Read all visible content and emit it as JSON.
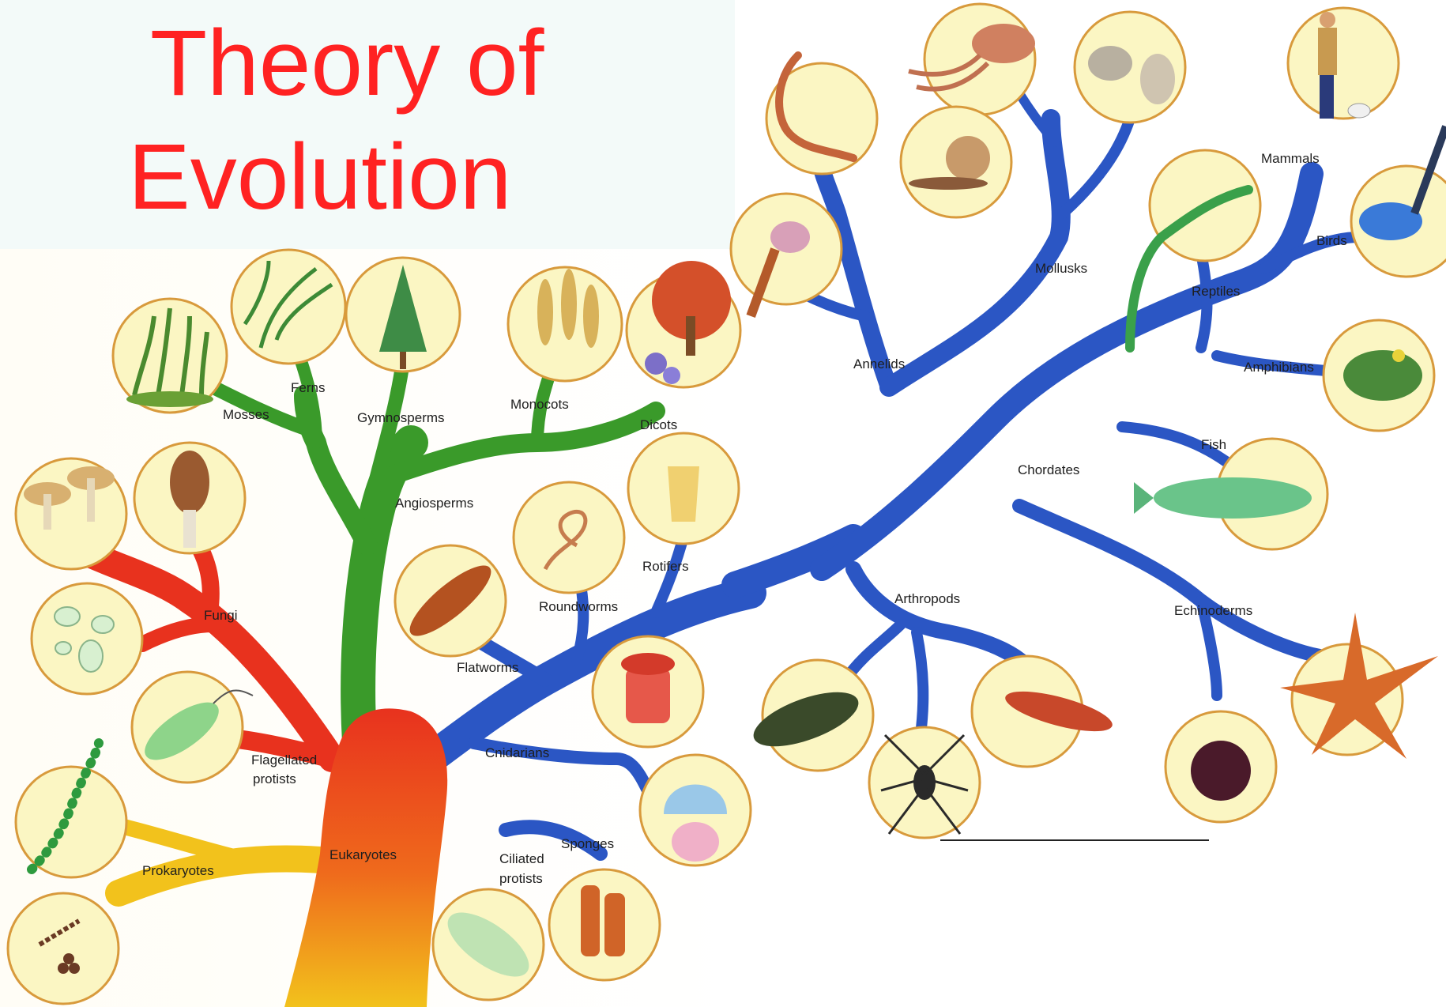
{
  "title": {
    "line1": "Theory of",
    "line2": "Evolution"
  },
  "colors": {
    "title": "#ff2222",
    "plants": "#3a9a2a",
    "animals": "#2b56c4",
    "fungi_protists": "#e8321e",
    "prokaryotes": "#f2c21c",
    "circle_fill": "#fbf6c3",
    "circle_stroke": "#d89a3c"
  },
  "labels": {
    "mosses": "Mosses",
    "ferns": "Ferns",
    "gymnosperms": "Gymnosperms",
    "monocots": "Monocots",
    "dicots": "Dicots",
    "angiosperms": "Angiosperms",
    "fungi": "Fungi",
    "flagellated_1": "Flagellated",
    "flagellated_2": "protists",
    "prokaryotes": "Prokaryotes",
    "eukaryotes": "Eukaryotes",
    "ciliated_1": "Ciliated",
    "ciliated_2": "protists",
    "sponges": "Sponges",
    "cnidarians": "Cnidarians",
    "flatworms": "Flatworms",
    "roundworms": "Roundworms",
    "rotifers": "Rotifers",
    "annelids": "Annelids",
    "mollusks": "Mollusks",
    "reptiles": "Reptiles",
    "mammals": "Mammals",
    "birds": "Birds",
    "amphibians": "Amphibians",
    "fish": "Fish",
    "chordates": "Chordates",
    "arthropods": "Arthropods",
    "echinoderms": "Echinoderms"
  }
}
